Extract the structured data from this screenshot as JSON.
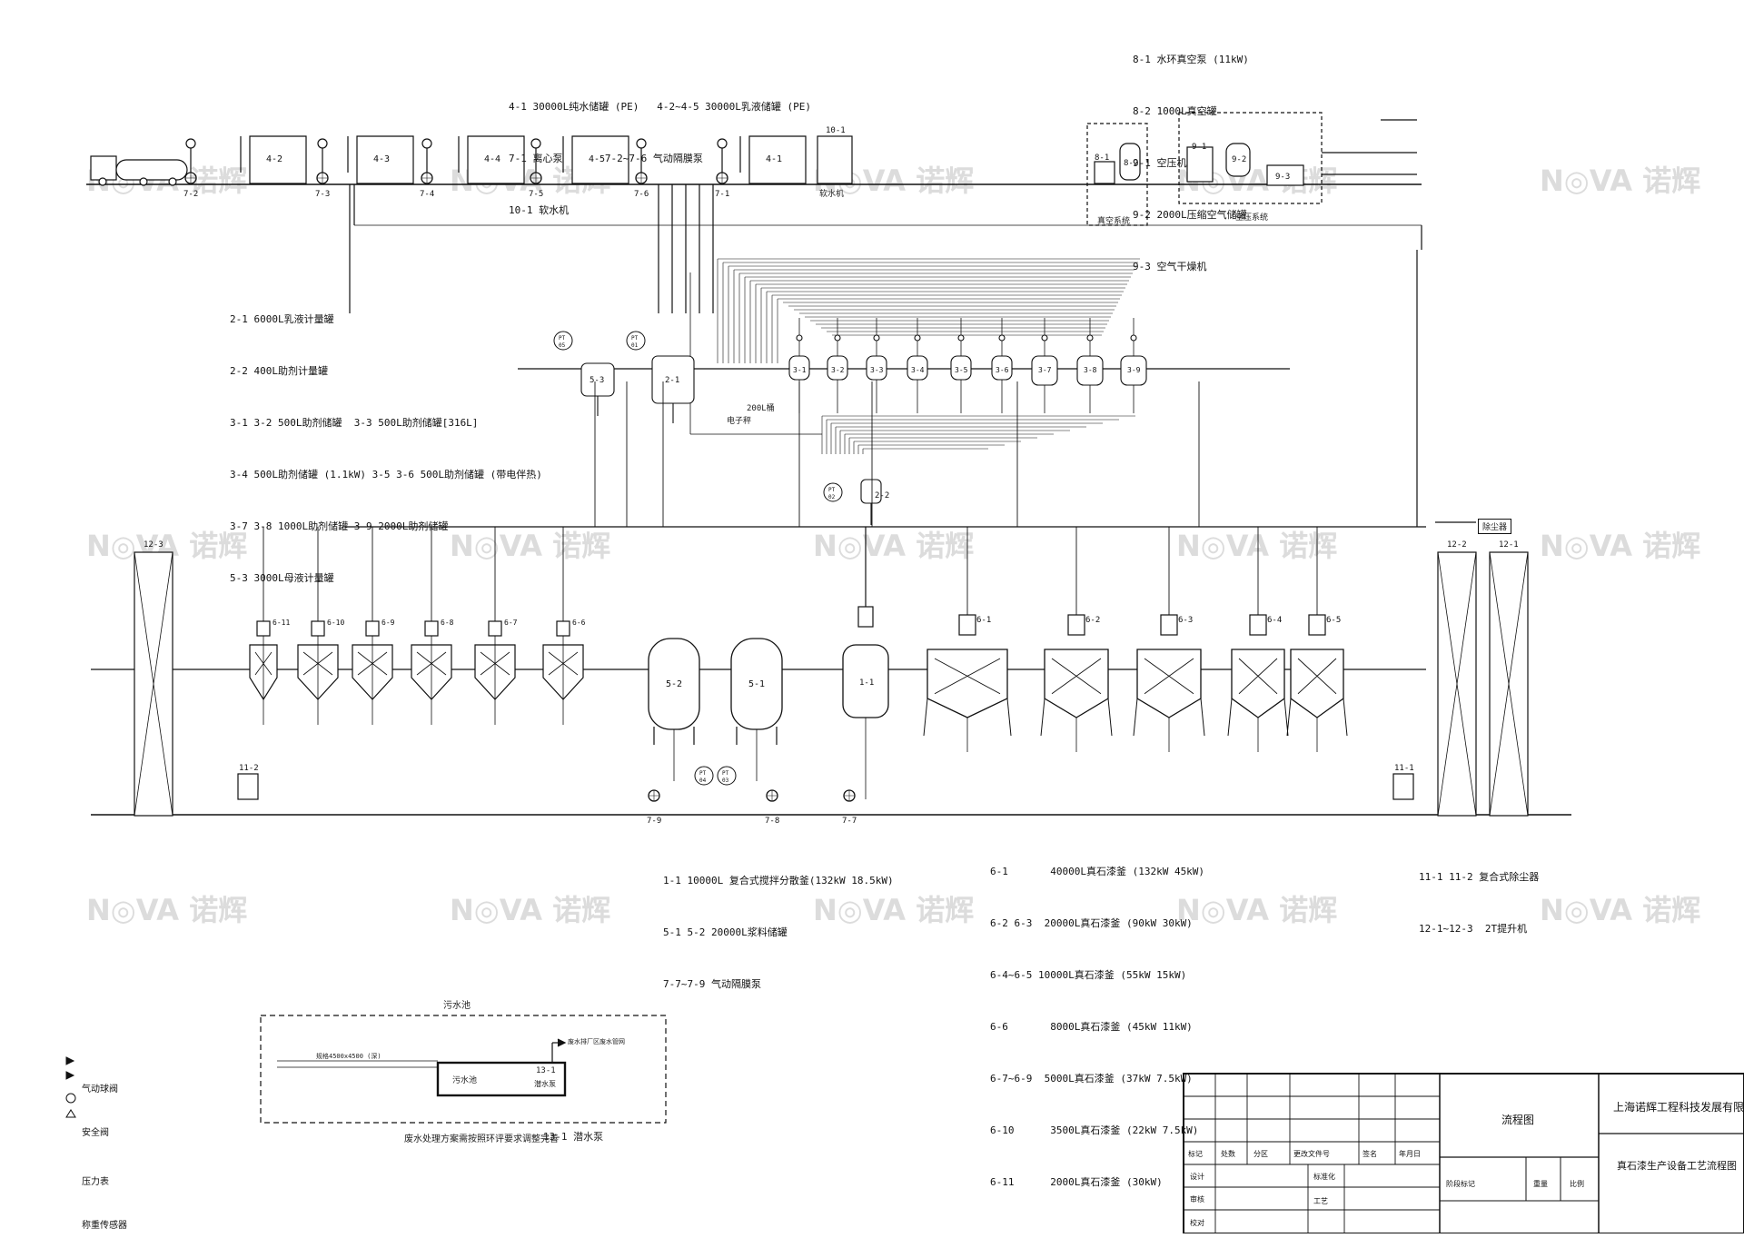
{
  "legends": {
    "top_center": [
      "4-1 30000L纯水储罐 (PE)   4-2~4-5 30000L乳液储罐 (PE)",
      "7-1 离心泵       7-2~7-6 气动隔膜泵",
      "10-1 软水机"
    ],
    "top_right": [
      "8-1 水环真空泵 (11kW)",
      "8-2 1000L真空罐",
      "9-1 空压机",
      "9-2 2000L压缩空气储罐",
      "9-3 空气干燥机"
    ],
    "left_mid": [
      "2-1 6000L乳液计量罐",
      "2-2 400L助剂计量罐",
      "3-1 3-2 500L助剂储罐  3-3 500L助剂储罐[316L]",
      "3-4 500L助剂储罐 (1.1kW) 3-5 3-6 500L助剂储罐 (带电伴热)",
      "3-7 3-8 1000L助剂储罐 3-9 2000L助剂储罐",
      "5-3 3000L母液计量罐"
    ],
    "bottom_center": [
      "1-1 10000L 复合式搅拌分散釜(132kW 18.5kW)",
      "5-1 5-2 20000L浆料储罐",
      "7-7~7-9 气动隔膜泵"
    ],
    "bottom_right": [
      "6-1       40000L真石漆釜 (132kW 45kW)",
      "6-2 6-3  20000L真石漆釜 (90kW 30kW)",
      "6-4~6-5 10000L真石漆釜 (55kW 15kW)",
      "6-6       8000L真石漆釜 (45kW 11kW)",
      "6-7~6-9  5000L真石漆釜 (37kW 7.5kW)",
      "6-10      3500L真石漆釜 (22kW 7.5kW)",
      "6-11      2000L真石漆釜 (30kW)"
    ],
    "far_right": [
      "11-1 11-2 复合式除尘器",
      "12-1~12-3  2T提升机"
    ]
  },
  "symbol_legend": [
    "气动球阀",
    "安全阀",
    "压力表",
    "称重传感器"
  ],
  "wastewater": {
    "title": "污水池",
    "pool_label": "污水池",
    "pump_label": "13-1",
    "pump_sub": "潜水泵",
    "outlet": "废水排厂区废水管网",
    "size": "规格4500x4500 (深)",
    "note": "废水处理方案需按照环评要求调整完善",
    "pump_caption": "13-1 潜水泵"
  },
  "systems": {
    "vacuum": "真空系统",
    "air": "空压系统",
    "softener": "软水机"
  },
  "title_block": {
    "company": "上海诺辉工程科技发展有限公司",
    "drawing_type": "流程图",
    "drawing_title": "真石漆生产设备工艺流程图",
    "rows": [
      "标记",
      "处数",
      "分区",
      "更改文件号",
      "签名",
      "年月日"
    ],
    "roles": [
      "设计",
      "审核",
      "校对"
    ],
    "fields": [
      "标准化",
      "工艺",
      "阶段标记",
      "重量",
      "比例"
    ]
  },
  "watermark": "N◎VA 诺辉",
  "labels": {
    "top_tanks": [
      "4-2",
      "4-3",
      "4-4",
      "4-5",
      "4-1",
      "10-1"
    ],
    "top_pumps": [
      "7-2",
      "7-3",
      "7-4",
      "7-5",
      "7-6",
      "7-1"
    ],
    "mid_tanks": [
      "5-3",
      "2-1",
      "3-1",
      "3-2",
      "3-3",
      "3-4",
      "3-5",
      "3-6",
      "3-7",
      "3-8",
      "3-9",
      "2-2"
    ],
    "bottom_reactors_small": [
      "6-11",
      "6-10",
      "6-9",
      "6-8",
      "6-7",
      "6-6"
    ],
    "bottom_reactors_large": [
      "6-1",
      "6-2",
      "6-3",
      "6-4",
      "6-5"
    ],
    "storage": [
      "5-2",
      "5-1",
      "1-1"
    ],
    "bottom_pumps": [
      "7-9",
      "7-8",
      "7-7"
    ],
    "elevators": [
      "12-3",
      "12-2",
      "12-1"
    ],
    "dust": [
      "11-2",
      "11-1"
    ],
    "vacuum_units": [
      "8-1",
      "8-2"
    ],
    "air_units": [
      "9-1",
      "9-2",
      "9-3"
    ],
    "pt": [
      "PT 05",
      "PT 01",
      "PT 02",
      "PT 04",
      "PT 03"
    ],
    "dust_box": "除尘器",
    "weigh_box": "电子秤",
    "small_tank_note": "200L桶"
  }
}
